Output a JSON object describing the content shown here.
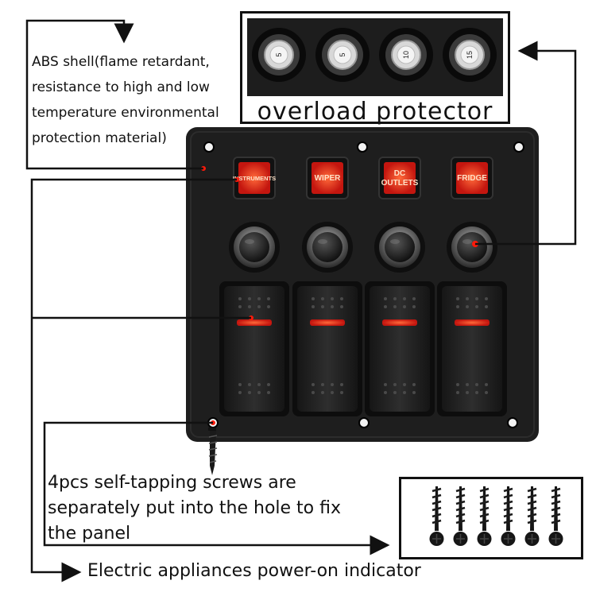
{
  "labels": {
    "abs_shell": [
      "ABS shell(flame retardant,",
      "resistance to high and low",
      "temperature environmental",
      "protection material)"
    ],
    "overload": "overload protector",
    "screws": [
      "4pcs self-tapping screws are",
      "separately put into the hole to fix",
      "the panel"
    ],
    "indicator": "Electric appliances power-on indicator"
  },
  "panel": {
    "indicators": [
      "INSTRUMENTS",
      "WIPER",
      "DC OUTLETS",
      "FRIDGE"
    ],
    "breaker_ratings": [
      "5",
      "5",
      "10",
      "15"
    ],
    "rocker_count": 4
  },
  "screw_count": 6,
  "colors": {
    "panel": "#1e1e1e",
    "rocker": "#262626",
    "indicator_glow": "#e2261c",
    "text": "#111111",
    "background": "#ffffff"
  }
}
